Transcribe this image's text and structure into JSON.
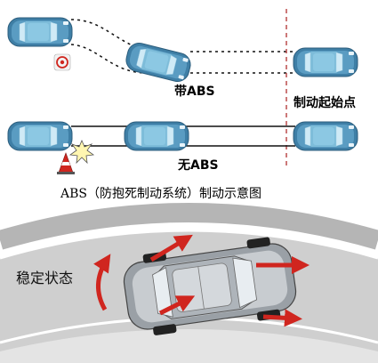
{
  "labels": {
    "with_abs": "带ABS",
    "without_abs": "无ABS",
    "braking_start": "制动起始点",
    "diagram_title": "ABS（防抱死制动系统）制动示意图",
    "stable_state": "稳定状态"
  },
  "colors": {
    "car_body": "#4d8fb5",
    "car_roof": "#6fb2d2",
    "window": "#bfe3f2",
    "road_band": "#c9c9c9",
    "lane_line": "#ffffff",
    "force_arrow": "#d0261f",
    "obstacle": "#d0261f",
    "track_line": "#000000"
  }
}
